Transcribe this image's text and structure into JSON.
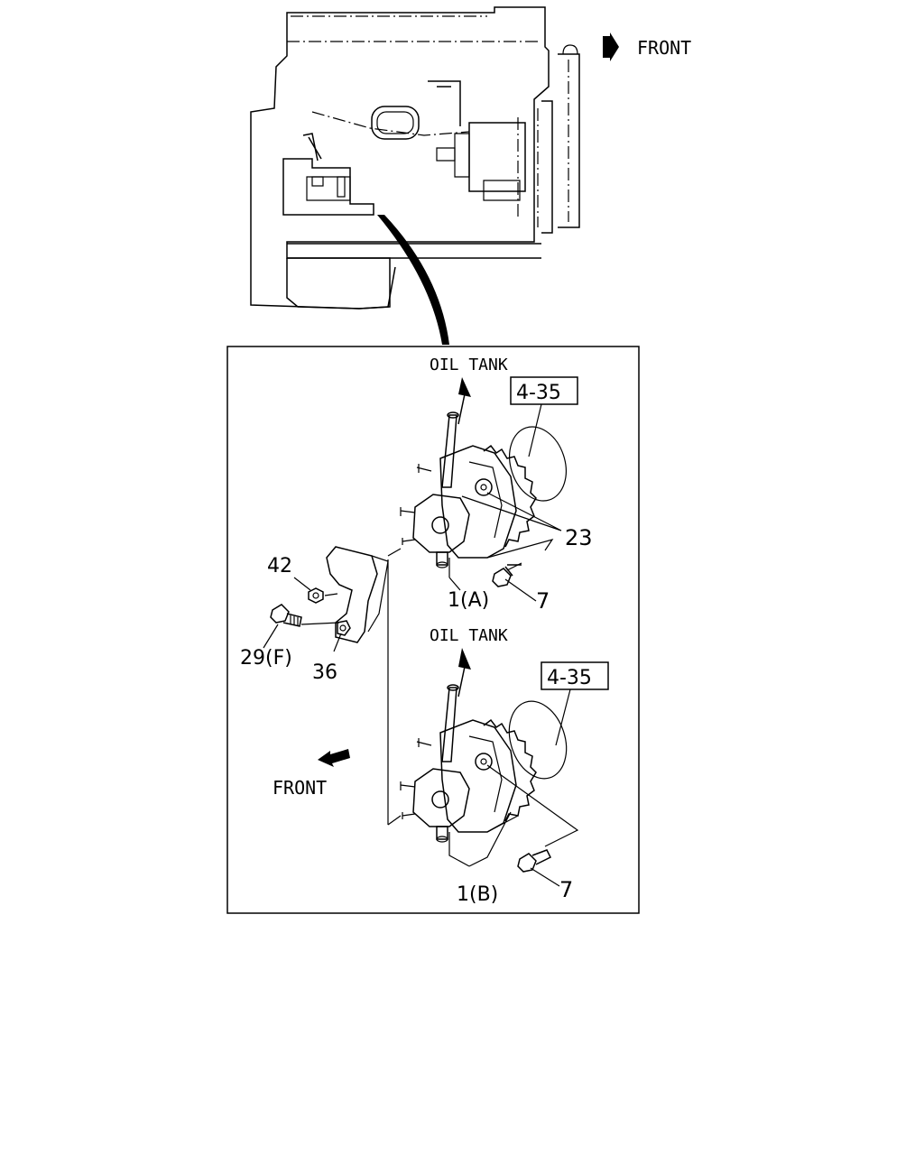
{
  "header": {
    "front_label": "FRONT"
  },
  "detail": {
    "oil_tank_a": "OIL TANK",
    "oil_tank_b": "OIL TANK",
    "ref_a": "4-35",
    "ref_b": "4-35",
    "front_label": "FRONT"
  },
  "callouts": {
    "p23": "23",
    "p1a": "1(A)",
    "p7a": "7",
    "p42": "42",
    "p29f": "29(F)",
    "p36": "36",
    "p1b": "1(B)",
    "p7b": "7"
  }
}
